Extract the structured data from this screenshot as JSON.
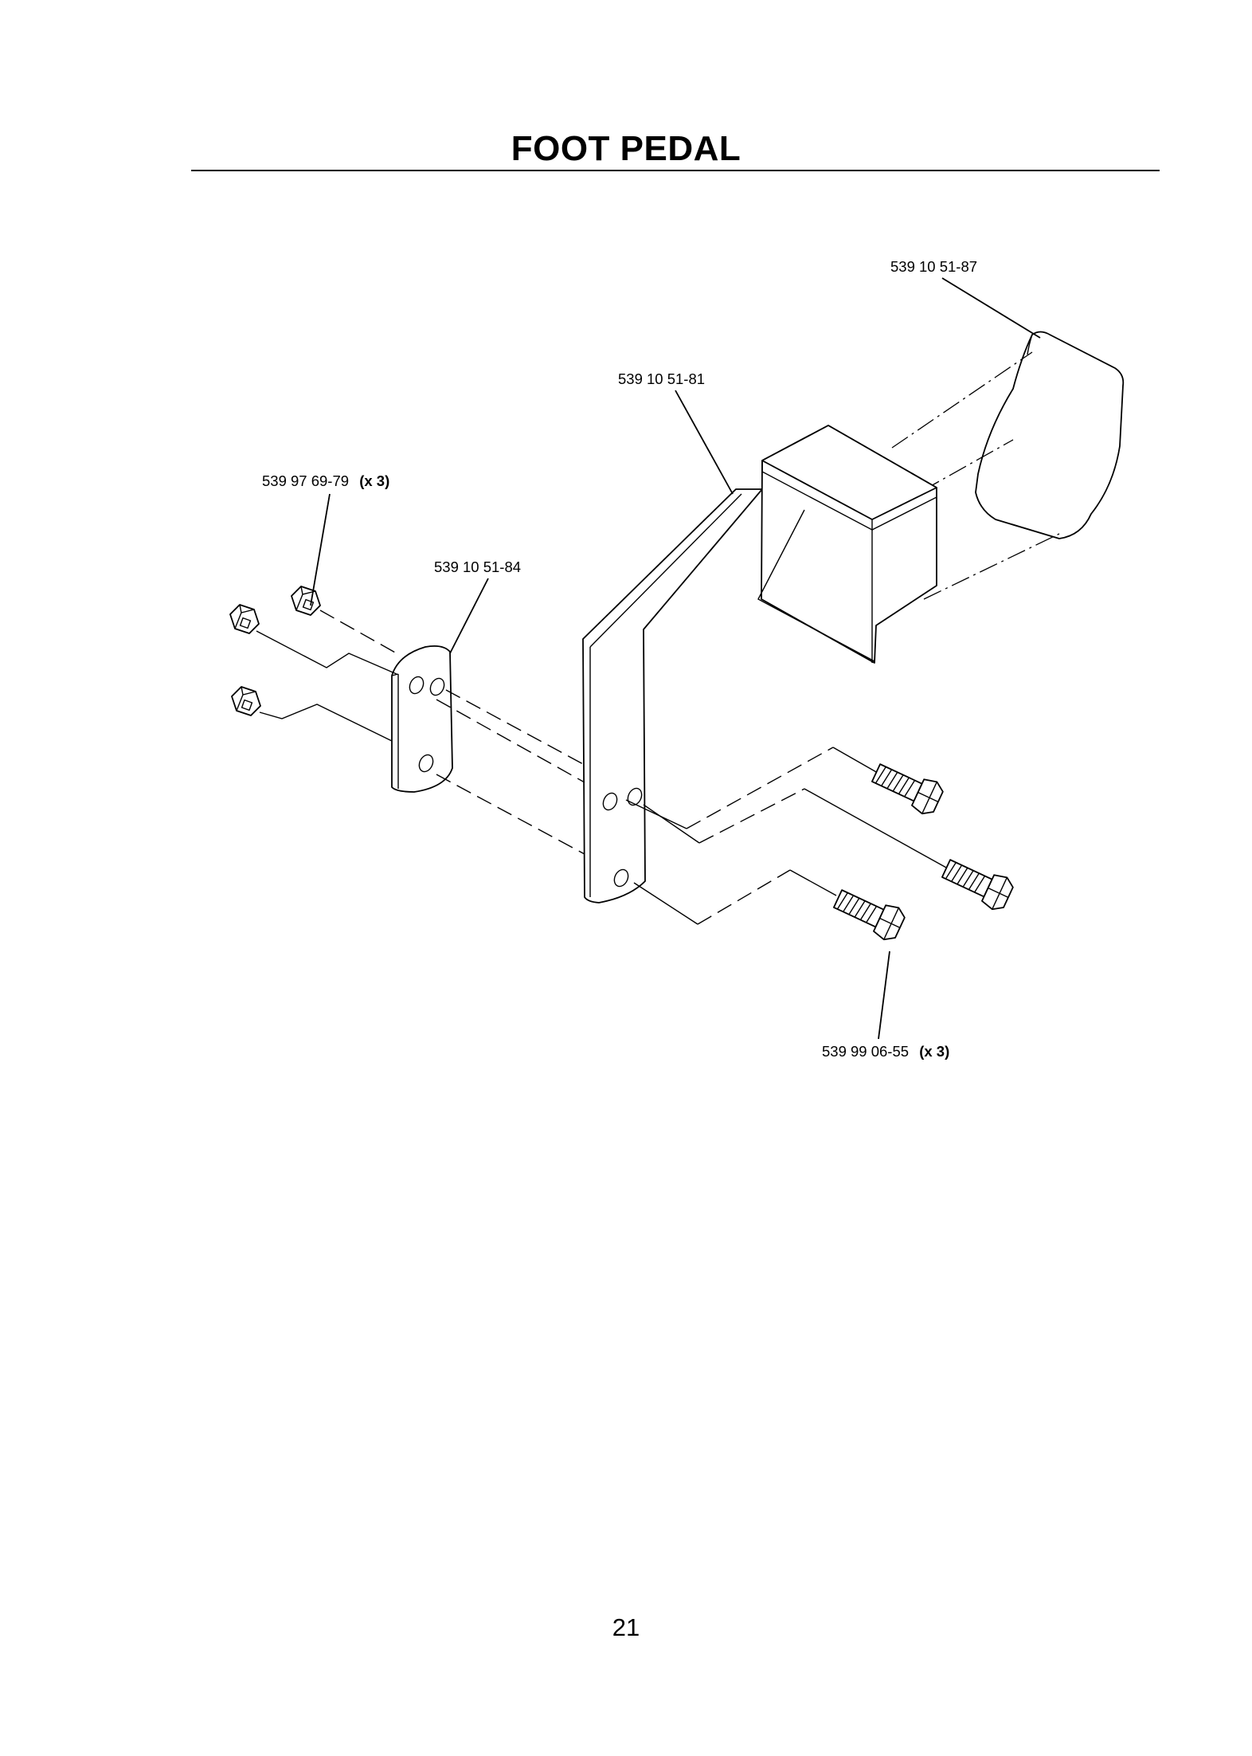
{
  "page": {
    "title": "FOOT PEDAL",
    "page_number": "21"
  },
  "callouts": [
    {
      "id": "pedal-pad",
      "part_number": "539 10 51-87",
      "quantity": ""
    },
    {
      "id": "pedal-arm",
      "part_number": "539 10 51-81",
      "quantity": ""
    },
    {
      "id": "lock-nut",
      "part_number": "539 97 69-79",
      "quantity": "(x 3)"
    },
    {
      "id": "backing-plate",
      "part_number": "539 10 51-84",
      "quantity": ""
    },
    {
      "id": "bolt",
      "part_number": "539 99 06-55",
      "quantity": "(x 3)"
    }
  ]
}
